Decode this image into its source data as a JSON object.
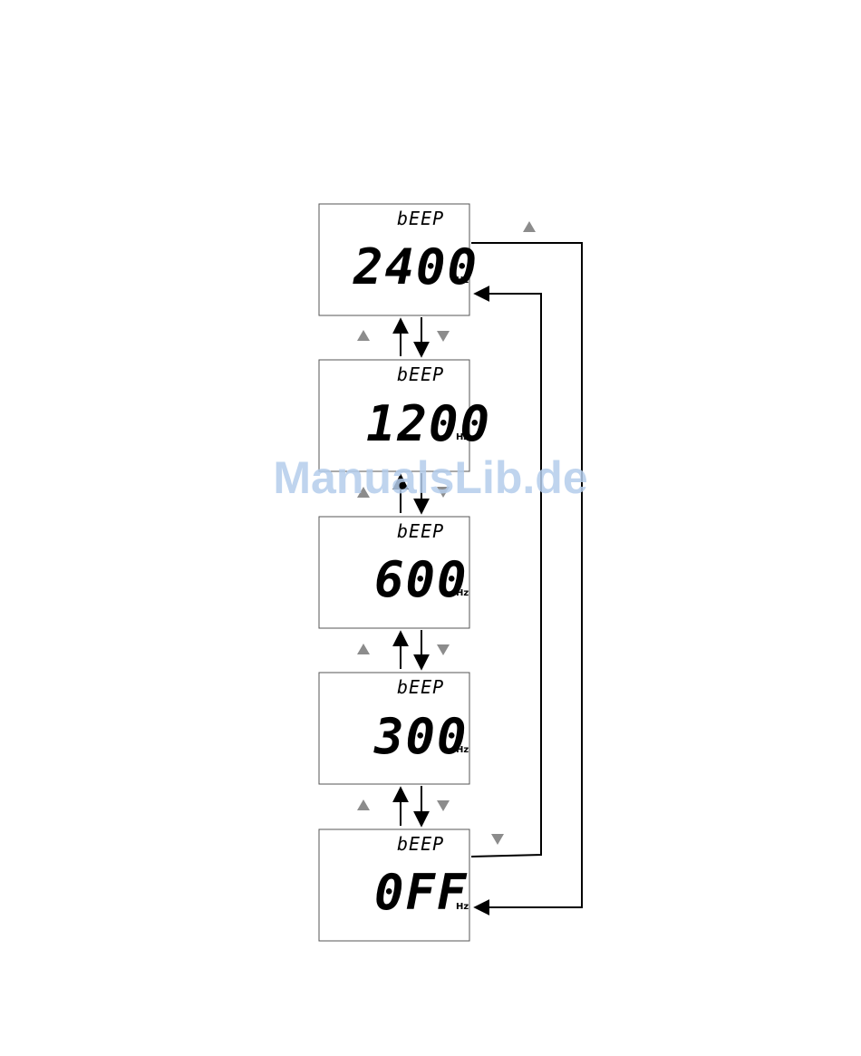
{
  "screens": [
    {
      "label": "bEEP",
      "value": "2400",
      "unit": "Hz"
    },
    {
      "label": "bEEP",
      "value": "1200",
      "unit": "Hz"
    },
    {
      "label": "bEEP",
      "value": "600",
      "unit": "Hz"
    },
    {
      "label": "bEEP",
      "value": "300",
      "unit": "Hz"
    },
    {
      "label": "bEEP",
      "value": "0FF",
      "unit": "Hz"
    }
  ],
  "key_icons": {
    "up": "up-key-icon",
    "down": "down-key-icon"
  },
  "colors": {
    "key_glyph": "#8c8c8c",
    "line": "#000000",
    "watermark": "#b4cdec"
  },
  "watermark": "ManualsLib.de"
}
